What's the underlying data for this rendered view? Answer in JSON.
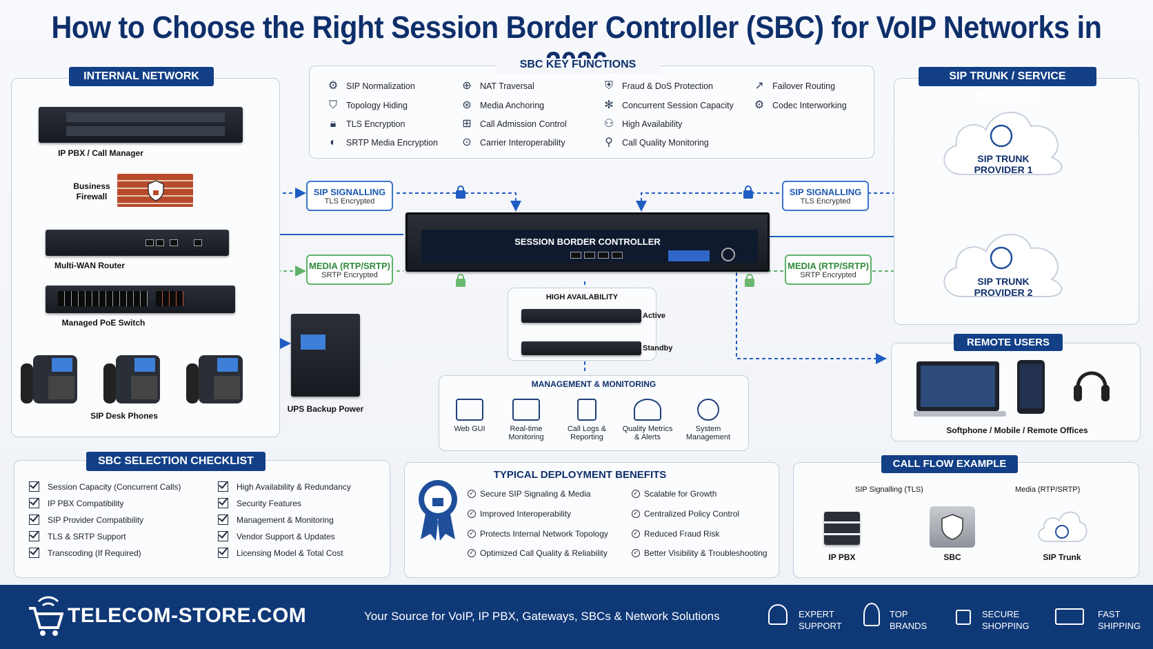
{
  "title": "How to Choose the Right Session Border Controller (SBC) for VoIP Networks in 2026",
  "internal": {
    "badge": "INTERNAL NETWORK",
    "pbx": "IP PBX / Call Manager",
    "firewall": "Business Firewall",
    "router": "Multi-WAN Router",
    "switch": "Managed PoE Switch",
    "phones": "SIP Desk Phones",
    "ups": "UPS Backup Power"
  },
  "functions": {
    "badge": "SBC KEY FUNCTIONS",
    "items": [
      {
        "label": "SIP Normalization",
        "icon": "network-icon"
      },
      {
        "label": "Topology Hiding",
        "icon": "shield-icon"
      },
      {
        "label": "TLS Encryption",
        "icon": "lock-icon"
      },
      {
        "label": "SRTP Media Encryption",
        "icon": "shield-icon"
      },
      {
        "label": "NAT Traversal",
        "icon": "globe-icon"
      },
      {
        "label": "Media Anchoring",
        "icon": "anchor-icon"
      },
      {
        "label": "Call Admission Control",
        "icon": "call-control-icon"
      },
      {
        "label": "Carrier Interoperability",
        "icon": "interop-icon"
      },
      {
        "label": "Fraud & DoS Protection",
        "icon": "shield-icon"
      },
      {
        "label": "Concurrent Session Capacity",
        "icon": "gear-icon"
      },
      {
        "label": "High Availability",
        "icon": "users-icon"
      },
      {
        "label": "Call Quality Monitoring",
        "icon": "user-icon"
      },
      {
        "label": "Failover Routing",
        "icon": "failover-icon"
      },
      {
        "label": "Codec Interworking",
        "icon": "gear-icon"
      }
    ]
  },
  "links": {
    "sig_title": "SIP SIGNALLING",
    "sig_sub": "TLS Encrypted",
    "media_title": "MEDIA (RTP/SRTP)",
    "media_sub": "SRTP Encrypted"
  },
  "sbc": {
    "label": "SESSION BORDER CONTROLLER"
  },
  "ha": {
    "title": "HIGH AVAILABILITY",
    "active": "Active",
    "standby": "Standby"
  },
  "mgmt": {
    "title": "MANAGEMENT & MONITORING",
    "items": [
      "Web GUI",
      "Real-time Monitoring",
      "Call Logs & Reporting",
      "Quality Metrics & Alerts",
      "System Management"
    ]
  },
  "providers": {
    "badge": "SIP TRUNK / SERVICE PROVIDERS",
    "p1": "SIP TRUNK PROVIDER 1",
    "p2": "SIP TRUNK PROVIDER 2"
  },
  "remote": {
    "badge": "REMOTE USERS",
    "caption": "Softphone / Mobile / Remote Offices"
  },
  "checklist": {
    "badge": "SBC SELECTION CHECKLIST",
    "items": [
      "Session Capacity (Concurrent Calls)",
      "IP PBX Compatibility",
      "SIP Provider Compatibility",
      "TLS & SRTP Support",
      "Transcoding (If Required)",
      "High Availability & Redundancy",
      "Security Features",
      "Management & Monitoring",
      "Vendor Support & Updates",
      "Licensing Model & Total Cost"
    ]
  },
  "benefits": {
    "title": "TYPICAL DEPLOYMENT BENEFITS",
    "items": [
      "Secure SIP Signaling & Media",
      "Improved Interoperability",
      "Protects Internal Network Topology",
      "Optimized Call Quality & Reliability",
      "Scalable for Growth",
      "Centralized Policy Control",
      "Reduced Fraud Risk",
      "Better Visibility & Troubleshooting"
    ]
  },
  "callflow": {
    "badge": "CALL FLOW EXAMPLE",
    "legend_sig": "SIP Signalling (TLS)",
    "legend_media": "Media (RTP/SRTP)",
    "pbx": "IP PBX",
    "sbc": "SBC",
    "trunk": "SIP Trunk"
  },
  "footer": {
    "brand": "TELECOM-STORE.COM",
    "tagline": "Your Source for VoIP, IP PBX, Gateways, SBCs & Network Solutions",
    "f1a": "EXPERT",
    "f1b": "SUPPORT",
    "f2a": "TOP",
    "f2b": "BRANDS",
    "f3a": "SECURE",
    "f3b": "SHOPPING",
    "f4a": "FAST",
    "f4b": "SHIPPING"
  },
  "colors": {
    "navy": "#0f3877",
    "signal": "#1f5dc2",
    "media": "#5fb26a"
  }
}
